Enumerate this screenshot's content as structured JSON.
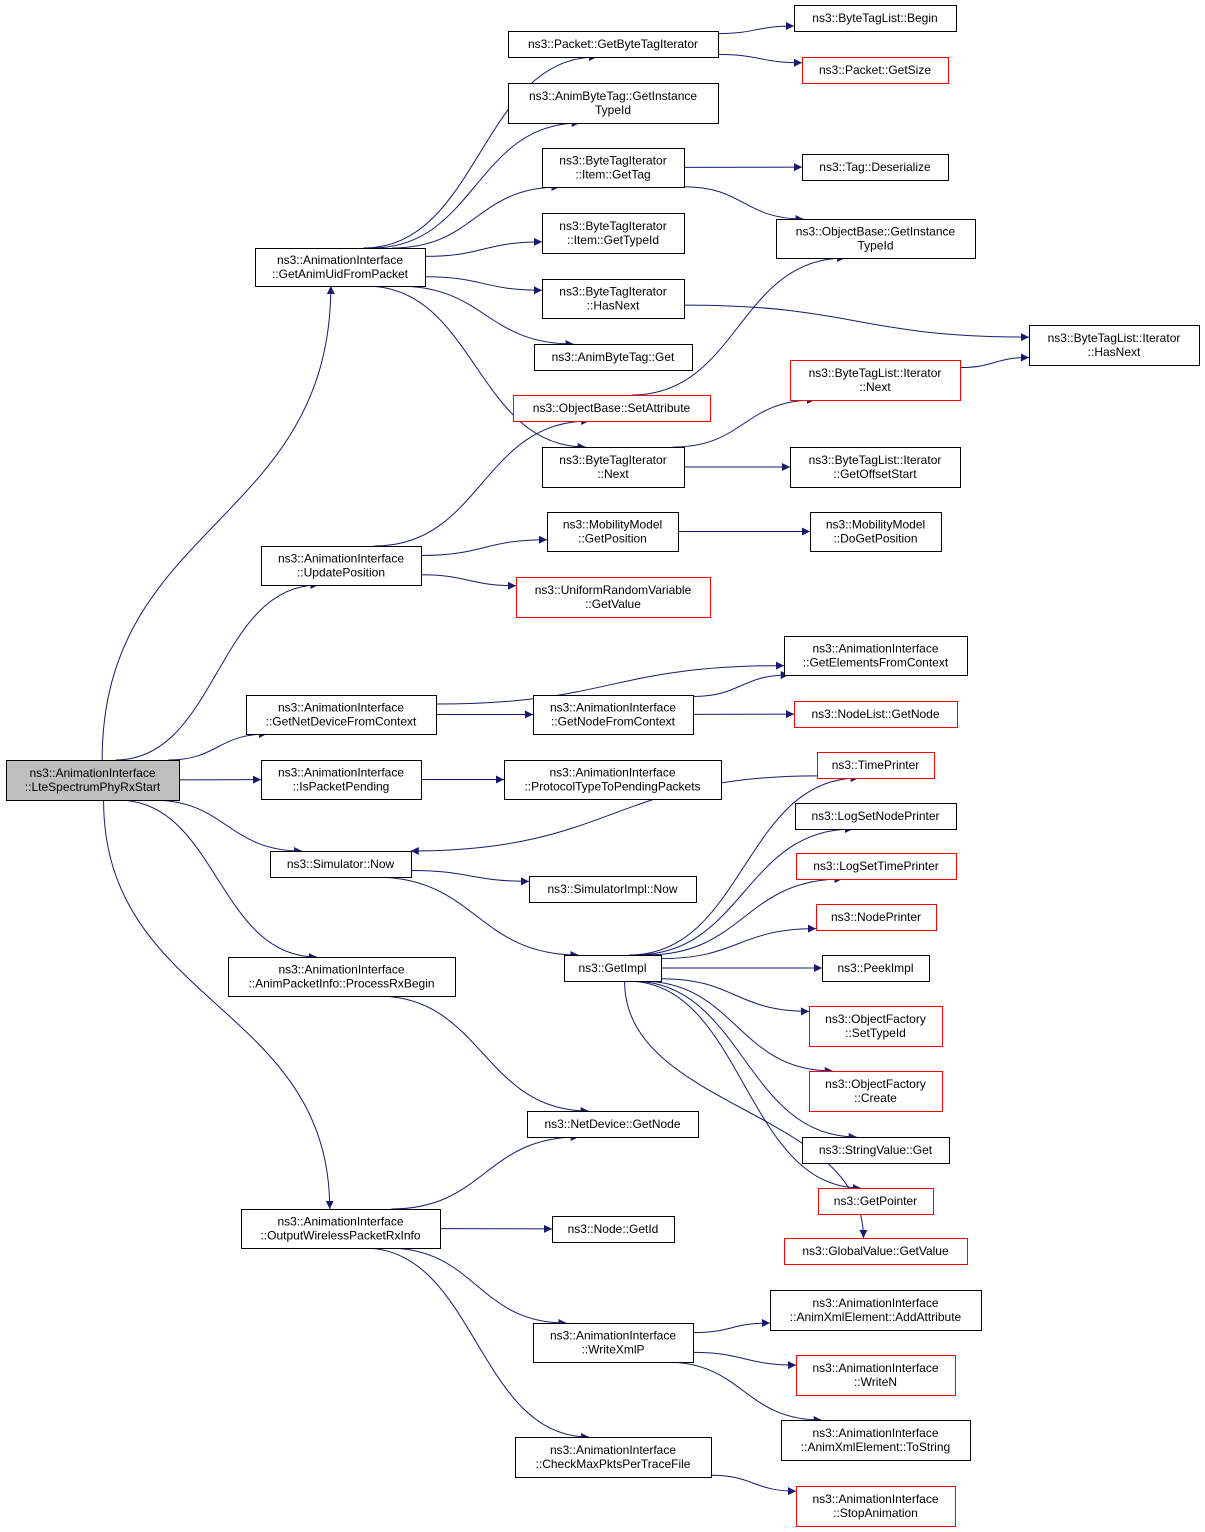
{
  "colors": {
    "edge": "#191970",
    "border_normal": "#000000",
    "border_truncated": "#ff0000",
    "root_fill": "#bfbfbf",
    "node_fill": "#ffffff"
  },
  "nodes": [
    {
      "id": "root",
      "lines": [
        "ns3::AnimationInterface",
        "::LteSpectrumPhyRxStart"
      ],
      "kind": "root"
    },
    {
      "id": "getAnimUid",
      "lines": [
        "ns3::AnimationInterface",
        "::GetAnimUidFromPacket"
      ],
      "kind": "normal"
    },
    {
      "id": "updatePos",
      "lines": [
        "ns3::AnimationInterface",
        "::UpdatePosition"
      ],
      "kind": "normal"
    },
    {
      "id": "getNetDevice",
      "lines": [
        "ns3::AnimationInterface",
        "::GetNetDeviceFromContext"
      ],
      "kind": "normal"
    },
    {
      "id": "isPending",
      "lines": [
        "ns3::AnimationInterface",
        "::IsPacketPending"
      ],
      "kind": "normal"
    },
    {
      "id": "simNow",
      "lines": [
        "ns3::Simulator::Now"
      ],
      "kind": "normal"
    },
    {
      "id": "processRx",
      "lines": [
        "ns3::AnimationInterface",
        "::AnimPacketInfo::ProcessRxBegin"
      ],
      "kind": "normal"
    },
    {
      "id": "outputWireless",
      "lines": [
        "ns3::AnimationInterface",
        "::OutputWirelessPacketRxInfo"
      ],
      "kind": "normal"
    },
    {
      "id": "getByteTagIter",
      "lines": [
        "ns3::Packet::GetByteTagIterator"
      ],
      "kind": "normal"
    },
    {
      "id": "animByteTagTypeId",
      "lines": [
        "ns3::AnimByteTag::GetInstance",
        "TypeId"
      ],
      "kind": "normal"
    },
    {
      "id": "itemGetTag",
      "lines": [
        "ns3::ByteTagIterator",
        "::Item::GetTag"
      ],
      "kind": "normal"
    },
    {
      "id": "itemGetTypeId",
      "lines": [
        "ns3::ByteTagIterator",
        "::Item::GetTypeId"
      ],
      "kind": "normal"
    },
    {
      "id": "btiHasNext",
      "lines": [
        "ns3::ByteTagIterator",
        "::HasNext"
      ],
      "kind": "normal"
    },
    {
      "id": "animByteTagGet",
      "lines": [
        "ns3::AnimByteTag::Get"
      ],
      "kind": "normal"
    },
    {
      "id": "setAttribute",
      "lines": [
        "ns3::ObjectBase::SetAttribute"
      ],
      "kind": "truncated"
    },
    {
      "id": "btiNext",
      "lines": [
        "ns3::ByteTagIterator",
        "::Next"
      ],
      "kind": "normal"
    },
    {
      "id": "mmGetPos",
      "lines": [
        "ns3::MobilityModel",
        "::GetPosition"
      ],
      "kind": "normal"
    },
    {
      "id": "urvGetValue",
      "lines": [
        "ns3::UniformRandomVariable",
        "::GetValue"
      ],
      "kind": "truncated"
    },
    {
      "id": "getNodeFromCtx",
      "lines": [
        "ns3::AnimationInterface",
        "::GetNodeFromContext"
      ],
      "kind": "normal"
    },
    {
      "id": "protoPending",
      "lines": [
        "ns3::AnimationInterface",
        "::ProtocolTypeToPendingPackets"
      ],
      "kind": "normal"
    },
    {
      "id": "simImplNow",
      "lines": [
        "ns3::SimulatorImpl::Now"
      ],
      "kind": "normal"
    },
    {
      "id": "getImpl",
      "lines": [
        "ns3::GetImpl"
      ],
      "kind": "normal"
    },
    {
      "id": "ndGetNode",
      "lines": [
        "ns3::NetDevice::GetNode"
      ],
      "kind": "normal"
    },
    {
      "id": "nodeGetId",
      "lines": [
        "ns3::Node::GetId"
      ],
      "kind": "normal"
    },
    {
      "id": "writeXmlP",
      "lines": [
        "ns3::AnimationInterface",
        "::WriteXmlP"
      ],
      "kind": "normal"
    },
    {
      "id": "checkMax",
      "lines": [
        "ns3::AnimationInterface",
        "::CheckMaxPktsPerTraceFile"
      ],
      "kind": "normal"
    },
    {
      "id": "btlBegin",
      "lines": [
        "ns3::ByteTagList::Begin"
      ],
      "kind": "normal"
    },
    {
      "id": "packetGetSize",
      "lines": [
        "ns3::Packet::GetSize"
      ],
      "kind": "truncated"
    },
    {
      "id": "tagDeserialize",
      "lines": [
        "ns3::Tag::Deserialize"
      ],
      "kind": "normal"
    },
    {
      "id": "objBaseTypeId",
      "lines": [
        "ns3::ObjectBase::GetInstance",
        "TypeId"
      ],
      "kind": "normal"
    },
    {
      "id": "btlIterHasNext",
      "lines": [
        "ns3::ByteTagList::Iterator",
        "::HasNext"
      ],
      "kind": "normal"
    },
    {
      "id": "btlIterNext",
      "lines": [
        "ns3::ByteTagList::Iterator",
        "::Next"
      ],
      "kind": "truncated"
    },
    {
      "id": "btlIterOffset",
      "lines": [
        "ns3::ByteTagList::Iterator",
        "::GetOffsetStart"
      ],
      "kind": "normal"
    },
    {
      "id": "mmDoGetPos",
      "lines": [
        "ns3::MobilityModel",
        "::DoGetPosition"
      ],
      "kind": "normal"
    },
    {
      "id": "getElements",
      "lines": [
        "ns3::AnimationInterface",
        "::GetElementsFromContext"
      ],
      "kind": "normal"
    },
    {
      "id": "nodeListGetNode",
      "lines": [
        "ns3::NodeList::GetNode"
      ],
      "kind": "truncated"
    },
    {
      "id": "timePrinter",
      "lines": [
        "ns3::TimePrinter"
      ],
      "kind": "truncated"
    },
    {
      "id": "logSetNodePrinter",
      "lines": [
        "ns3::LogSetNodePrinter"
      ],
      "kind": "normal"
    },
    {
      "id": "logSetTimePrinter",
      "lines": [
        "ns3::LogSetTimePrinter"
      ],
      "kind": "truncated"
    },
    {
      "id": "nodePrinter",
      "lines": [
        "ns3::NodePrinter"
      ],
      "kind": "truncated"
    },
    {
      "id": "peekImpl",
      "lines": [
        "ns3::PeekImpl"
      ],
      "kind": "normal"
    },
    {
      "id": "ofSetTypeId",
      "lines": [
        "ns3::ObjectFactory",
        "::SetTypeId"
      ],
      "kind": "truncated"
    },
    {
      "id": "ofCreate",
      "lines": [
        "ns3::ObjectFactory",
        "::Create"
      ],
      "kind": "truncated"
    },
    {
      "id": "stringValueGet",
      "lines": [
        "ns3::StringValue::Get"
      ],
      "kind": "normal"
    },
    {
      "id": "getPointer",
      "lines": [
        "ns3::GetPointer"
      ],
      "kind": "truncated"
    },
    {
      "id": "globalValueGet",
      "lines": [
        "ns3::GlobalValue::GetValue"
      ],
      "kind": "truncated"
    },
    {
      "id": "addAttribute",
      "lines": [
        "ns3::AnimationInterface",
        "::AnimXmlElement::AddAttribute"
      ],
      "kind": "normal"
    },
    {
      "id": "writeN",
      "lines": [
        "ns3::AnimationInterface",
        "::WriteN"
      ],
      "kind": "truncated"
    },
    {
      "id": "toString",
      "lines": [
        "ns3::AnimationInterface",
        "::AnimXmlElement::ToString"
      ],
      "kind": "normal"
    },
    {
      "id": "stopAnimation",
      "lines": [
        "ns3::AnimationInterface",
        "::StopAnimation"
      ],
      "kind": "truncated"
    }
  ],
  "edges": [
    [
      "root",
      "getAnimUid"
    ],
    [
      "root",
      "updatePos"
    ],
    [
      "root",
      "getNetDevice"
    ],
    [
      "root",
      "isPending"
    ],
    [
      "root",
      "simNow"
    ],
    [
      "root",
      "processRx"
    ],
    [
      "root",
      "outputWireless"
    ],
    [
      "getAnimUid",
      "getByteTagIter"
    ],
    [
      "getAnimUid",
      "animByteTagTypeId"
    ],
    [
      "getAnimUid",
      "itemGetTag"
    ],
    [
      "getAnimUid",
      "itemGetTypeId"
    ],
    [
      "getAnimUid",
      "btiHasNext"
    ],
    [
      "getAnimUid",
      "animByteTagGet"
    ],
    [
      "getAnimUid",
      "btiNext"
    ],
    [
      "getByteTagIter",
      "btlBegin"
    ],
    [
      "getByteTagIter",
      "packetGetSize"
    ],
    [
      "itemGetTag",
      "tagDeserialize"
    ],
    [
      "itemGetTag",
      "objBaseTypeId"
    ],
    [
      "btiHasNext",
      "btlIterHasNext"
    ],
    [
      "setAttribute",
      "objBaseTypeId"
    ],
    [
      "btiNext",
      "btlIterNext"
    ],
    [
      "btiNext",
      "btlIterOffset"
    ],
    [
      "btlIterNext",
      "btlIterHasNext"
    ],
    [
      "updatePos",
      "setAttribute"
    ],
    [
      "updatePos",
      "mmGetPos"
    ],
    [
      "updatePos",
      "urvGetValue"
    ],
    [
      "mmGetPos",
      "mmDoGetPos"
    ],
    [
      "getNetDevice",
      "getElements"
    ],
    [
      "getNetDevice",
      "getNodeFromCtx"
    ],
    [
      "getNodeFromCtx",
      "getElements"
    ],
    [
      "getNodeFromCtx",
      "nodeListGetNode"
    ],
    [
      "isPending",
      "protoPending"
    ],
    [
      "simNow",
      "simImplNow"
    ],
    [
      "simNow",
      "getImpl"
    ],
    [
      "getImpl",
      "timePrinter"
    ],
    [
      "getImpl",
      "logSetNodePrinter"
    ],
    [
      "getImpl",
      "logSetTimePrinter"
    ],
    [
      "getImpl",
      "nodePrinter"
    ],
    [
      "getImpl",
      "peekImpl"
    ],
    [
      "getImpl",
      "ofSetTypeId"
    ],
    [
      "getImpl",
      "ofCreate"
    ],
    [
      "getImpl",
      "stringValueGet"
    ],
    [
      "getImpl",
      "getPointer"
    ],
    [
      "getImpl",
      "globalValueGet"
    ],
    [
      "timePrinter",
      "simNow"
    ],
    [
      "processRx",
      "ndGetNode"
    ],
    [
      "outputWireless",
      "ndGetNode"
    ],
    [
      "outputWireless",
      "nodeGetId"
    ],
    [
      "outputWireless",
      "writeXmlP"
    ],
    [
      "outputWireless",
      "checkMax"
    ],
    [
      "writeXmlP",
      "addAttribute"
    ],
    [
      "writeXmlP",
      "writeN"
    ],
    [
      "writeXmlP",
      "toString"
    ],
    [
      "checkMax",
      "stopAnimation"
    ]
  ]
}
